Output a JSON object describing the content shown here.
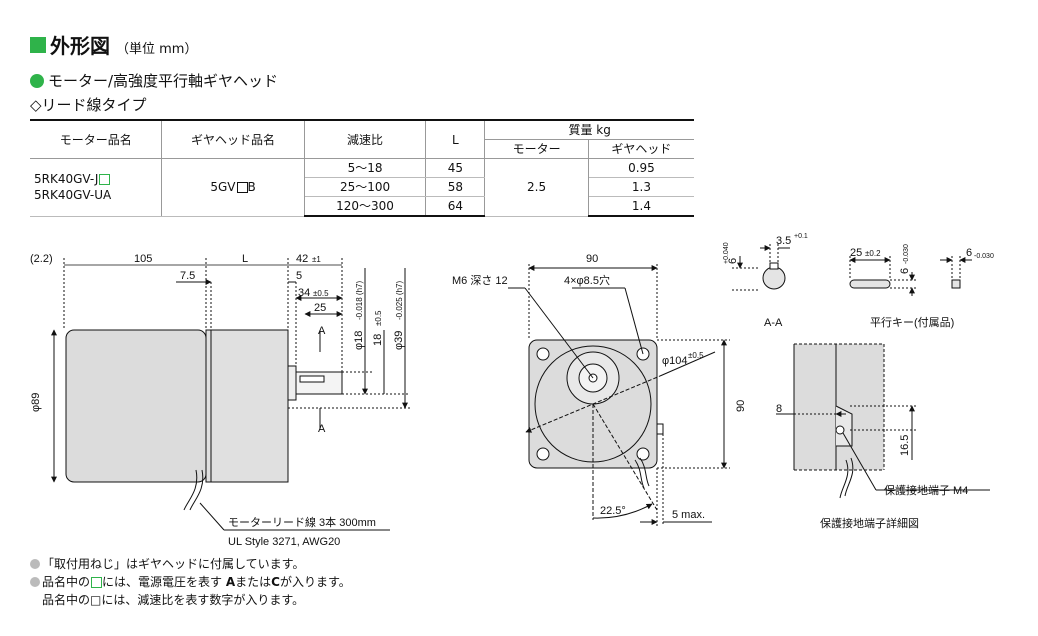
{
  "header": {
    "title": "外形図",
    "unit": "（単位 mm）",
    "subtitle": "モーター/高強度平行軸ギヤヘッド",
    "type": "◇リード線タイプ"
  },
  "table": {
    "headers": {
      "motor": "モーター品名",
      "gearhead": "ギヤヘッド品名",
      "ratio": "減速比",
      "l": "L",
      "mass": "質量 kg",
      "mass_motor": "モーター",
      "mass_gear": "ギヤヘッド"
    },
    "motor_name_1": "5RK40GV-J",
    "motor_name_2": "5RK40GV-UA",
    "gearhead_name": "5GV",
    "gearhead_suffix": "B",
    "motor_mass": "2.5",
    "rows": [
      {
        "ratio": "5～18",
        "l": "45",
        "gear_mass": "0.95"
      },
      {
        "ratio": "25～100",
        "l": "58",
        "gear_mass": "1.3"
      },
      {
        "ratio": "120～300",
        "l": "64",
        "gear_mass": "1.4"
      }
    ]
  },
  "drawing": {
    "side": {
      "d_22": "(2.2)",
      "d_105": "105",
      "d_L": "L",
      "d_42": "42",
      "d_42_tol": "±1",
      "d_75": "7.5",
      "d_5": "5",
      "d_34": "34",
      "d_34_tol": "±0.5",
      "d_25": "25",
      "sec_A": "A",
      "d_89": "φ89",
      "d_18": "φ18",
      "d_18_tol": "-0.018 (h7)",
      "d_18b": "18",
      "d_18b_tol": "±0.5",
      "d_39": "φ39",
      "d_39_tol": "-0.025 (h7)",
      "lead_label": "モーターリード線 3本 300mm",
      "lead_spec": "UL Style 3271, AWG20"
    },
    "front": {
      "d_90_top": "90",
      "d_90_side": "90",
      "tap": "M6 深さ 12",
      "holes": "4×φ8.5穴",
      "pcd": "φ104",
      "pcd_tol": "±0.5",
      "angle": "22.5°",
      "max": "5 max."
    },
    "section": {
      "d_6": "6",
      "d_6_tol": "+0.040",
      "d_35": "3.5",
      "d_35_tol": "+0.1",
      "label_aa": "A-A"
    },
    "key": {
      "d_25": "25",
      "d_25_tol": "±0.2",
      "d_6": "6",
      "d_6_tol": "-0.030",
      "d_6b": "6",
      "d_6b_tol": "-0.030",
      "label": "平行キー(付属品)"
    },
    "terminal": {
      "d_8": "8",
      "d_165": "16.5",
      "label": "保護接地端子 M4",
      "caption": "保護接地端子詳細図"
    }
  },
  "notes": [
    "「取付用ねじ」はギヤヘッドに付属しています。",
    "品名中の",
    "には、電源電圧を表す",
    "A",
    "または",
    "C",
    "が入ります。",
    "品名中の□には、減速比を表す数字が入ります。"
  ]
}
